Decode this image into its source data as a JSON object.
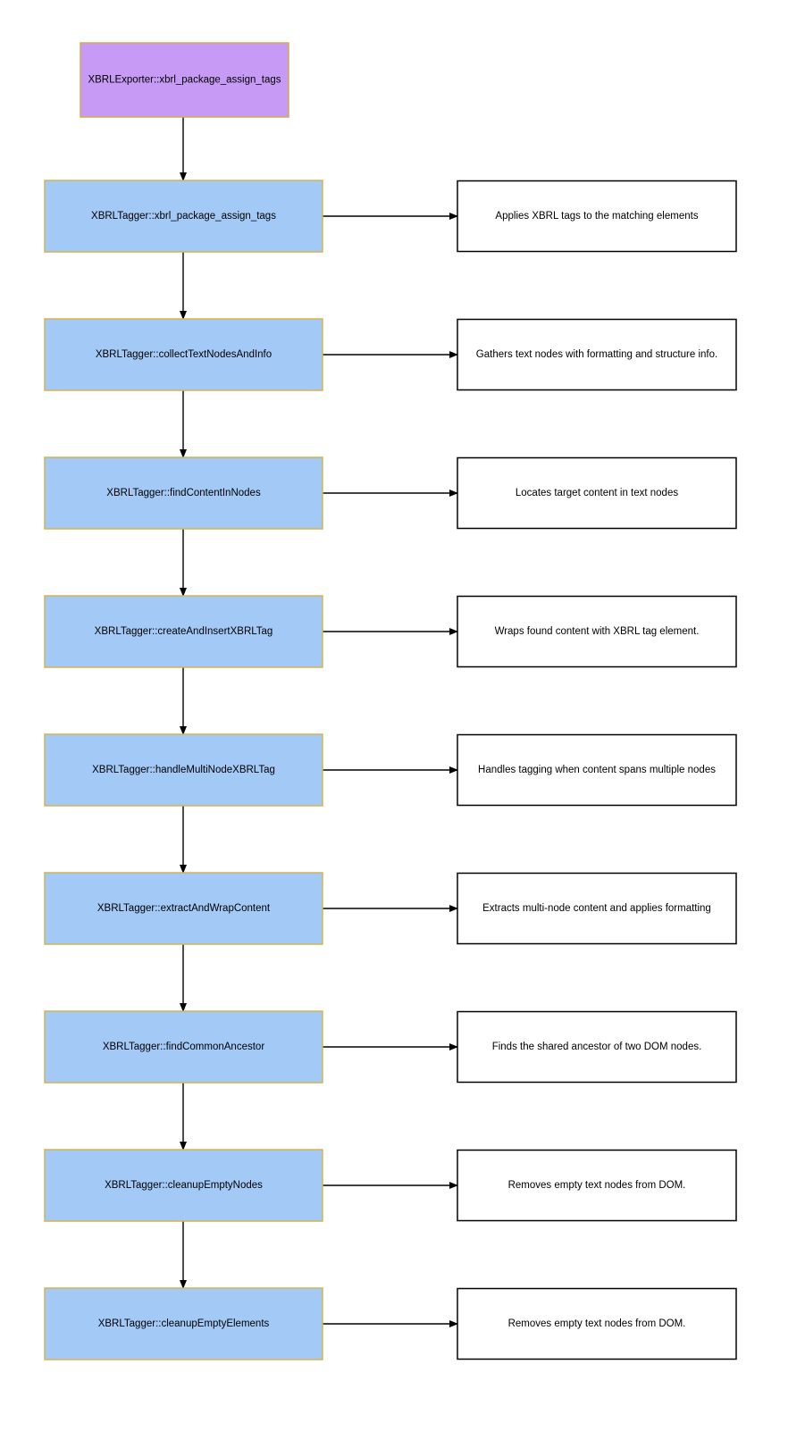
{
  "diagram": {
    "type": "flowchart",
    "orientation": "top-to-bottom",
    "colors": {
      "entry_fill": "#c79bf5",
      "entry_border": "#d6a94f",
      "step_fill": "#a3c9f7",
      "step_border": "#d6b44f",
      "note_fill": "#ffffff",
      "note_border": "#000000",
      "edge": "#000000"
    },
    "entry_node": {
      "label": "XBRLExporter::xbrl_package_assign_tags"
    },
    "steps": [
      {
        "label": "XBRLTagger::xbrl_package_assign_tags",
        "note": "Applies XBRL tags to the matching elements"
      },
      {
        "label": "XBRLTagger::collectTextNodesAndInfo",
        "note": "Gathers text nodes with formatting and structure info."
      },
      {
        "label": "XBRLTagger::findContentInNodes",
        "note": "Locates target content in text nodes"
      },
      {
        "label": "XBRLTagger::createAndInsertXBRLTag",
        "note": "Wraps found content with XBRL tag element."
      },
      {
        "label": "XBRLTagger::handleMultiNodeXBRLTag",
        "note": "Handles tagging when content spans multiple nodes"
      },
      {
        "label": "XBRLTagger::extractAndWrapContent",
        "note": "Extracts multi-node content and applies formatting"
      },
      {
        "label": "XBRLTagger::findCommonAncestor",
        "note": "Finds the shared ancestor of two DOM nodes."
      },
      {
        "label": "XBRLTagger::cleanupEmptyNodes",
        "note": "Removes empty text nodes from DOM."
      },
      {
        "label": "XBRLTagger::cleanupEmptyElements",
        "note": "Removes empty text nodes from DOM."
      }
    ]
  }
}
